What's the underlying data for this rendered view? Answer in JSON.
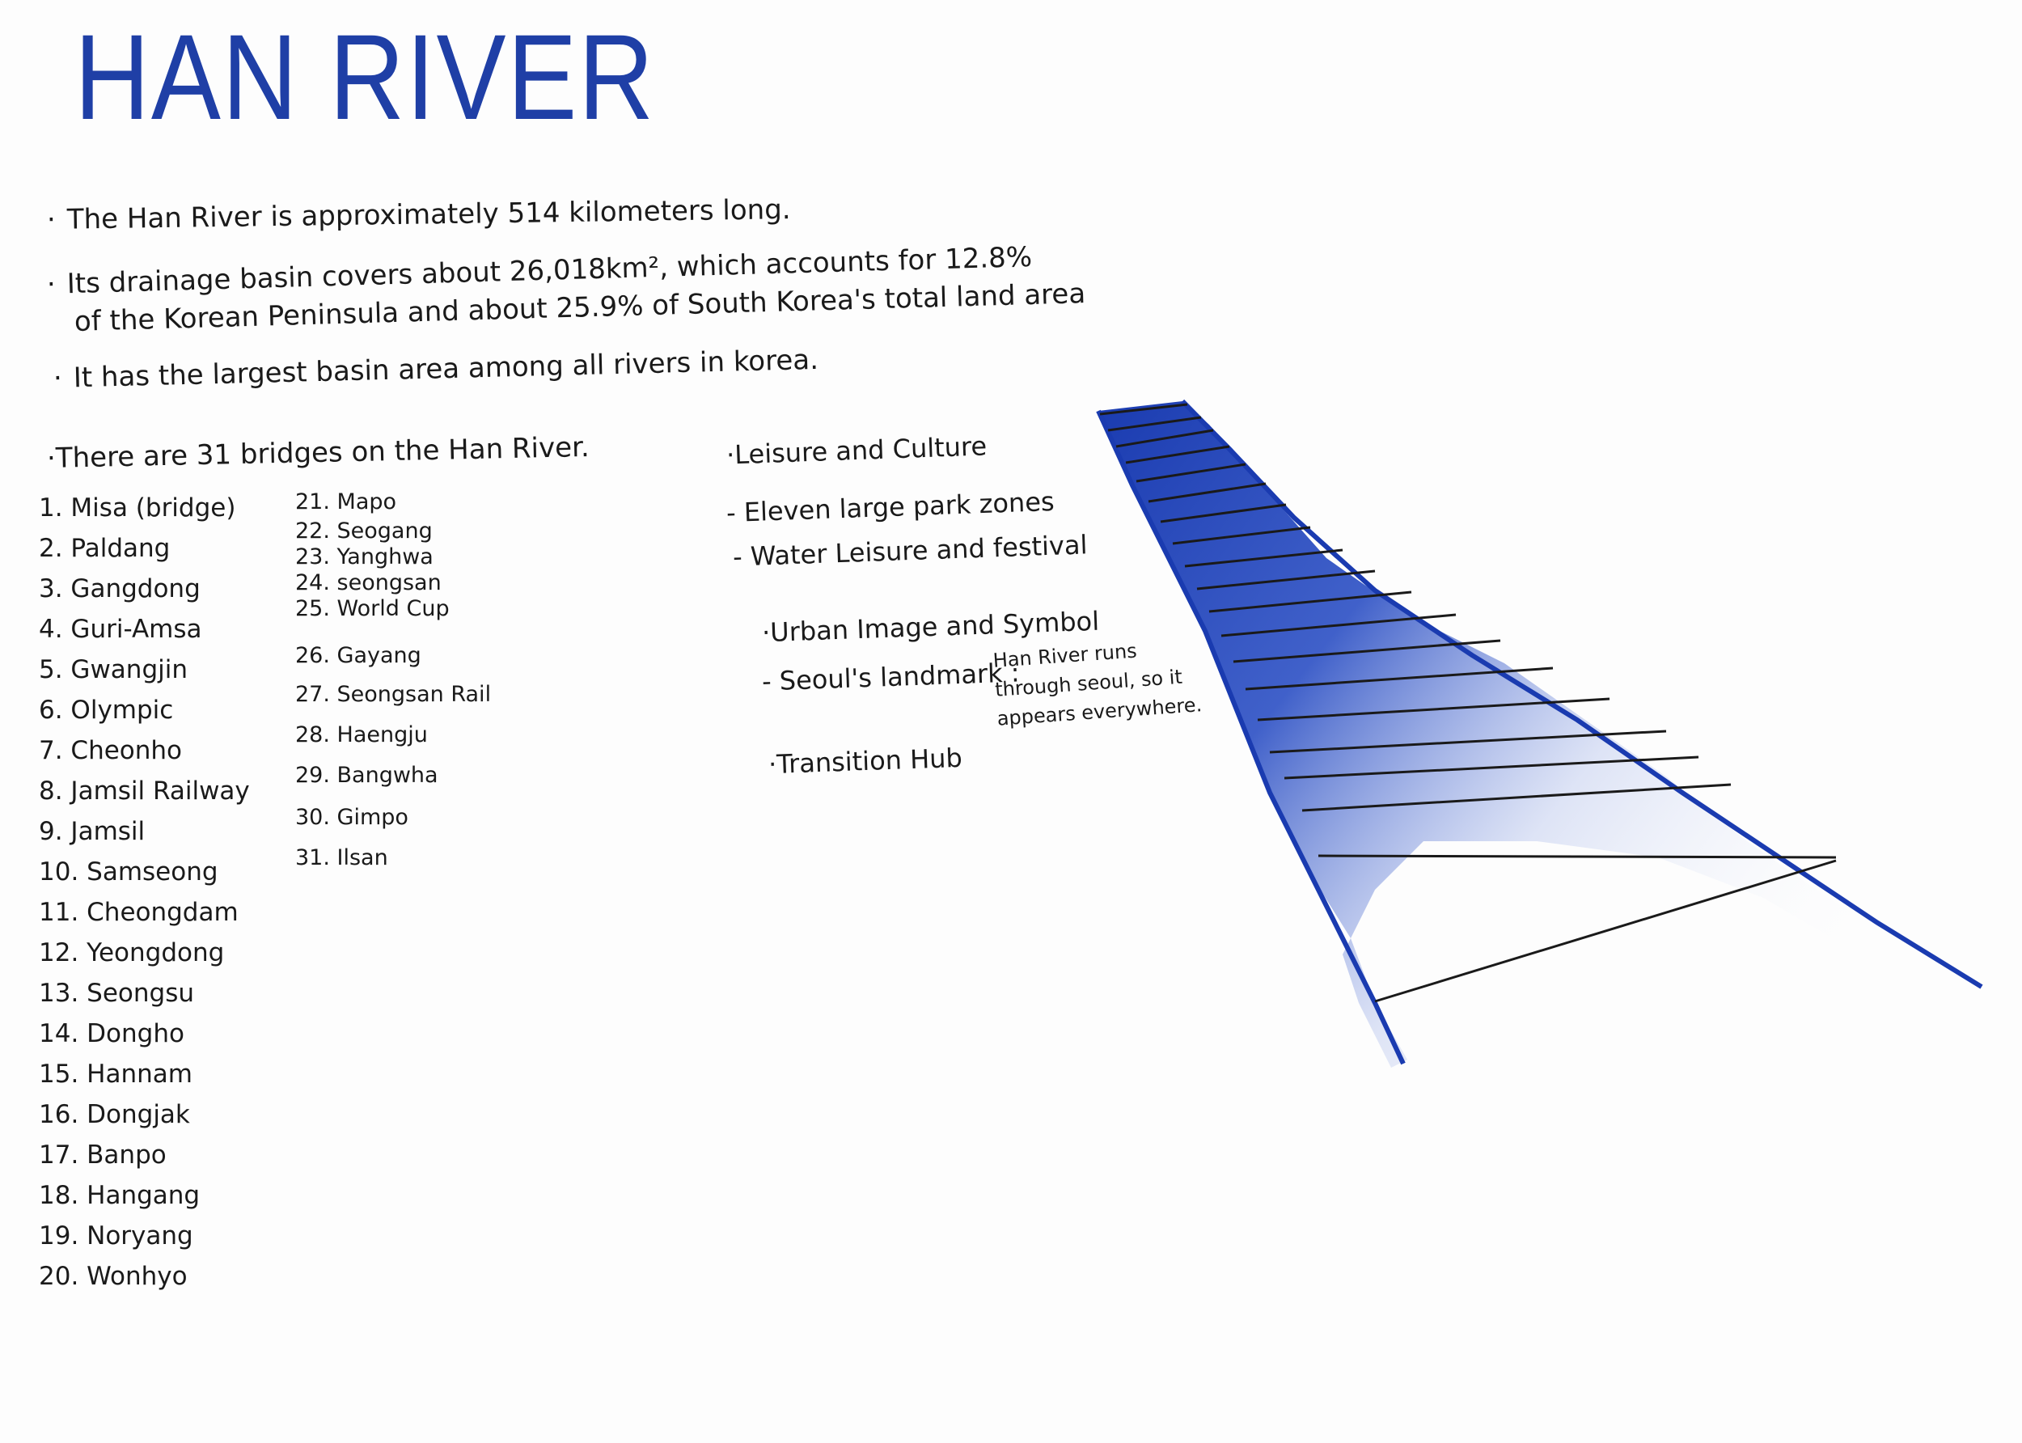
{
  "title": "HAN RIVER",
  "facts": [
    {
      "bullet": "·",
      "text": "The Han River is approximately 514 kilometers long."
    },
    {
      "bullet": "·",
      "text": "Its drainage basin covers about 26,018km², which accounts for 12.8%"
    },
    {
      "bullet": "",
      "text": "of the Korean Peninsula and about 25.9% of South Korea's total land area"
    },
    {
      "bullet": "·",
      "text": "It has the largest basin area among all rivers in korea."
    }
  ],
  "bridges": {
    "heading": "·There are 31 bridges on the Han River.",
    "column1": [
      "1. Misa (bridge)",
      "2. Paldang",
      "3. Gangdong",
      "4. Guri-Amsa",
      "5. Gwangjin",
      "6. Olympic",
      "7. Cheonho",
      "8. Jamsil Railway",
      "9. Jamsil",
      "10. Samseong",
      "11. Cheongdam",
      "12. Yeongdong",
      "13. Seongsu",
      "14. Dongho",
      "15. Hannam",
      "16. Dongjak",
      "17. Banpo",
      "18. Hangang",
      "19. Noryang",
      "20. Wonhyo"
    ],
    "column2": [
      "21. Mapo",
      "22. Seogang",
      "23. Yanghwa",
      "24. seongsan",
      "25. World Cup",
      "26. Gayang",
      "27. Seongsan Rail",
      "28. Haengju",
      "29. Bangwha",
      "30. Gimpo",
      "31. Ilsan"
    ]
  },
  "topics": {
    "leisure_heading": "·Leisure and Culture",
    "leisure_item1": "- Eleven large park zones",
    "leisure_item2": "- Water Leisure and festival",
    "urban_heading": "·Urban Image and Symbol",
    "urban_item": "- Seoul's landmark :",
    "urban_note_line1": "Han River runs",
    "urban_note_line2": "through seoul, so it",
    "urban_note_line3": "appears everywhere.",
    "transition": "·Transition Hub"
  },
  "colors": {
    "ink_blue": "#1f3fa6",
    "river_blue": "#1a3bb0",
    "pen_black": "#1a1a1a"
  },
  "illustration": {
    "name": "river-with-bridges-drawing",
    "bridge_line_count": 20
  }
}
